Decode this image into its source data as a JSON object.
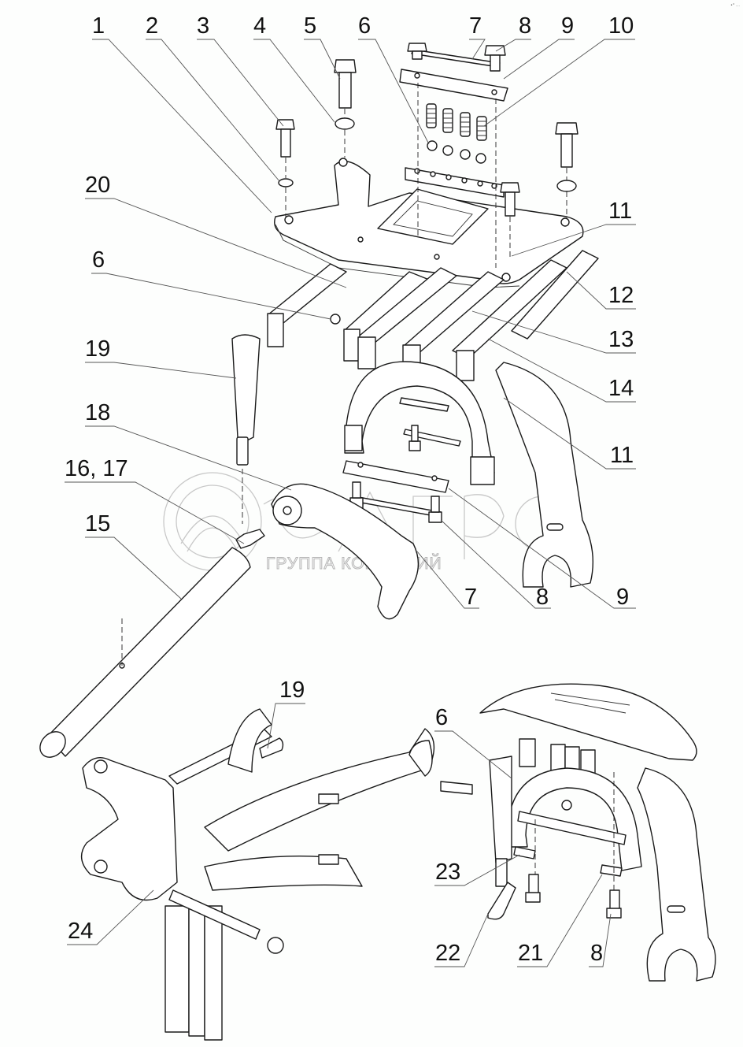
{
  "diagram": {
    "type": "exploded-parts-view",
    "subject": "gearshift mechanism assembly",
    "callouts": [
      {
        "id": "c1",
        "text": "1"
      },
      {
        "id": "c2",
        "text": "2"
      },
      {
        "id": "c3",
        "text": "3"
      },
      {
        "id": "c4",
        "text": "4"
      },
      {
        "id": "c5",
        "text": "5"
      },
      {
        "id": "c6a",
        "text": "6"
      },
      {
        "id": "c7a",
        "text": "7"
      },
      {
        "id": "c8a",
        "text": "8"
      },
      {
        "id": "c9a",
        "text": "9"
      },
      {
        "id": "c10",
        "text": "10"
      },
      {
        "id": "c11a",
        "text": "11"
      },
      {
        "id": "c12",
        "text": "12"
      },
      {
        "id": "c13",
        "text": "13"
      },
      {
        "id": "c14",
        "text": "14"
      },
      {
        "id": "c11b",
        "text": "11"
      },
      {
        "id": "c20",
        "text": "20"
      },
      {
        "id": "c6b",
        "text": "6"
      },
      {
        "id": "c19a",
        "text": "19"
      },
      {
        "id": "c18",
        "text": "18"
      },
      {
        "id": "c1617",
        "text": "16, 17"
      },
      {
        "id": "c15",
        "text": "15"
      },
      {
        "id": "c7b",
        "text": "7"
      },
      {
        "id": "c8b",
        "text": "8"
      },
      {
        "id": "c9b",
        "text": "9"
      },
      {
        "id": "c19b",
        "text": "19"
      },
      {
        "id": "c6c",
        "text": "6"
      },
      {
        "id": "c23",
        "text": "23"
      },
      {
        "id": "c24",
        "text": "24"
      },
      {
        "id": "c22",
        "text": "22"
      },
      {
        "id": "c21",
        "text": "21"
      },
      {
        "id": "c8c",
        "text": "8"
      }
    ],
    "watermark": {
      "brand": "белагро",
      "subtitle": "ГРУППА КОМПАНИЙ"
    },
    "corner_mark": "•° …"
  }
}
